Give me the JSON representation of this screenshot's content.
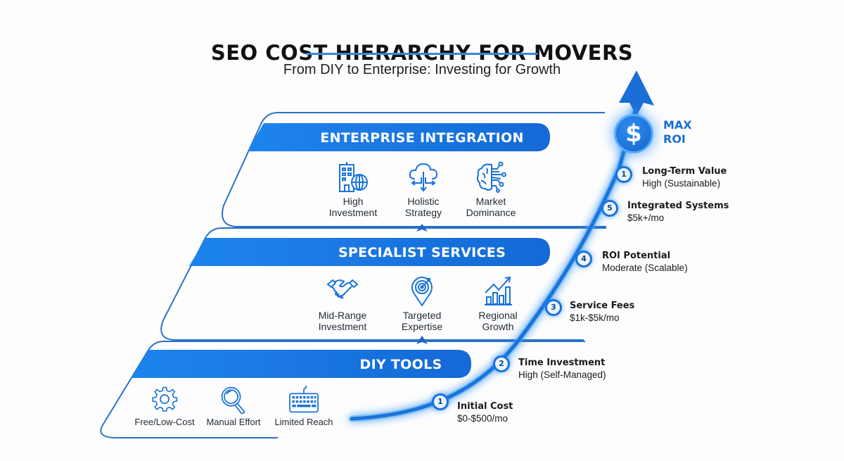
{
  "header": {
    "title": "SEO COST HIERARCHY FOR MOVERS",
    "subtitle": "From DIY to Enterprise: Investing for Growth"
  },
  "colors": {
    "primary_blue": "#1a73d9",
    "banner_blue": "#1f7ae6",
    "glow_blue": "#4fb4ff",
    "outline_blue": "#2a72c6",
    "text_dark": "#1b1b1f"
  },
  "tiers": [
    {
      "name": "ENTERPRISE INTEGRATION",
      "level": "top",
      "features": [
        {
          "label_line1": "High",
          "label_line2": "Investment",
          "icon": "building-globe-icon"
        },
        {
          "label_line1": "Holistic",
          "label_line2": "Strategy",
          "icon": "cloud-network-icon"
        },
        {
          "label_line1": "Market",
          "label_line2": "Dominance",
          "icon": "brain-circuit-icon"
        }
      ]
    },
    {
      "name": "SPECIALIST SERVICES",
      "level": "middle",
      "features": [
        {
          "label_line1": "Mid-Range",
          "label_line2": "Investment",
          "icon": "handshake-icon"
        },
        {
          "label_line1": "Targeted",
          "label_line2": "Expertise",
          "icon": "target-pin-icon"
        },
        {
          "label_line1": "Regional",
          "label_line2": "Growth",
          "icon": "bar-chart-growth-icon"
        }
      ]
    },
    {
      "name": "DIY TOOLS",
      "level": "bottom",
      "features": [
        {
          "label": "Free/Low-Cost",
          "icon": "gear-icon"
        },
        {
          "label": "Manual Effort",
          "icon": "magnifier-icon"
        },
        {
          "label": "Limited Reach",
          "icon": "keyboard-icon"
        }
      ]
    }
  ],
  "growth_curve": {
    "goal_icon": "dollar-coin-icon",
    "goal_line1": "MAX",
    "goal_line2": "ROI",
    "steps": [
      {
        "number": "1",
        "title": "Initial Cost",
        "value": "$0-$500/mo"
      },
      {
        "number": "2",
        "title": "Time Investment",
        "value": "High (Self-Managed)"
      },
      {
        "number": "3",
        "title": "Service Fees",
        "value": "$1k-$5k/mo"
      },
      {
        "number": "4",
        "title": "ROI Potential",
        "value": "Moderate (Scalable)"
      },
      {
        "number": "5",
        "title": "Integrated Systems",
        "value": "$5k+/mo"
      },
      {
        "number": "1",
        "title": "Long-Term Value",
        "value": "High (Sustainable)"
      }
    ]
  }
}
